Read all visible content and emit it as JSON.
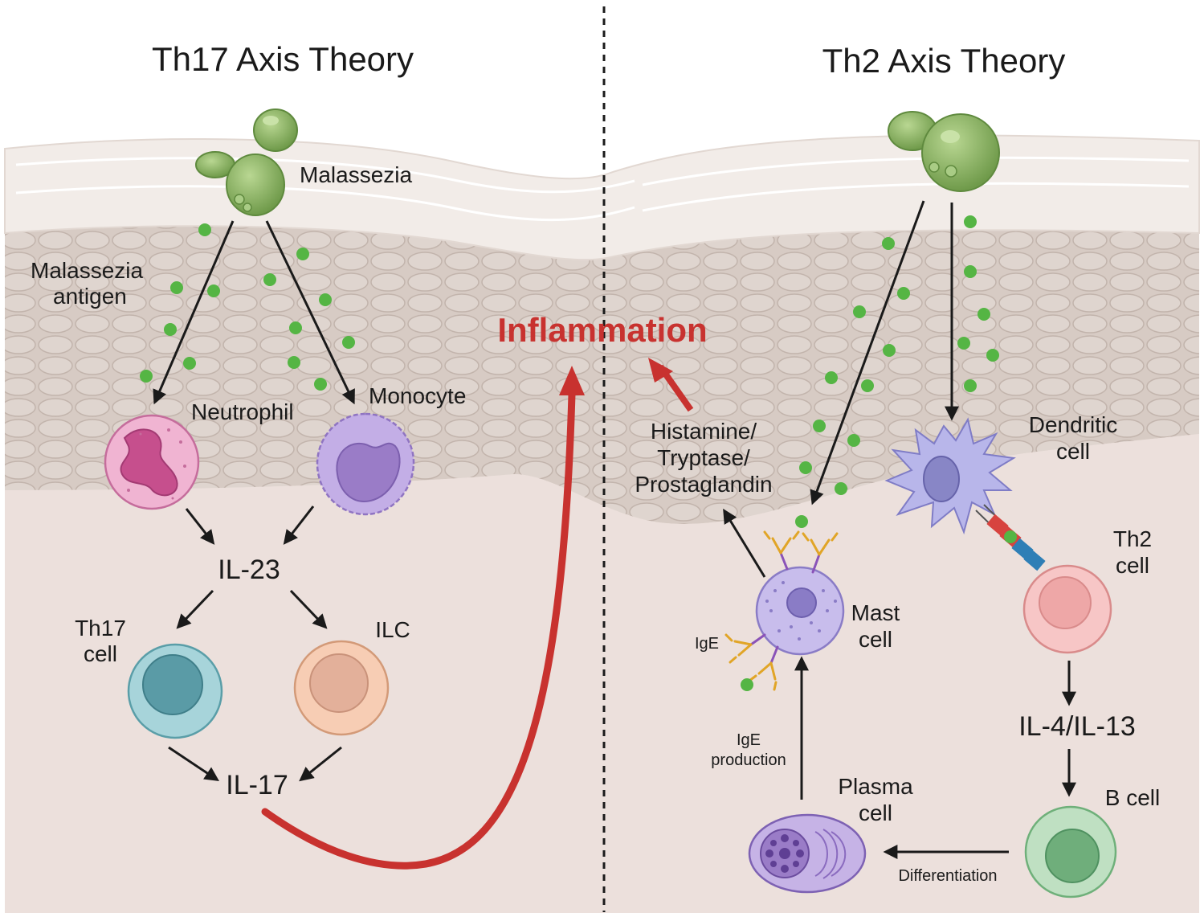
{
  "left_panel": {
    "title": "Th17 Axis Theory",
    "malassezia": "Malassezia",
    "antigen_line1": "Malassezia",
    "antigen_line2": "antigen",
    "neutrophil": "Neutrophil",
    "monocyte": "Monocyte",
    "il23": "IL-23",
    "th17_line1": "Th17",
    "th17_line2": "cell",
    "ilc": "ILC",
    "il17": "IL-17"
  },
  "center": {
    "inflammation": "Inflammation"
  },
  "right_panel": {
    "title": "Th2 Axis Theory",
    "mediators_line1": "Histamine/",
    "mediators_line2": "Tryptase/",
    "mediators_line3": "Prostaglandin",
    "dendritic_line1": "Dendritic",
    "dendritic_line2": "cell",
    "th2_line1": "Th2",
    "th2_line2": "cell",
    "mast_line1": "Mast",
    "mast_line2": "cell",
    "ige": "IgE",
    "ige_prod_line1": "IgE",
    "ige_prod_line2": "production",
    "il4_il13": "IL-4/IL-13",
    "b_cell": "B cell",
    "plasma_line1": "Plasma",
    "plasma_line2": "cell",
    "differentiation": "Differentiation"
  },
  "colors": {
    "skin_background": "#ece0dc",
    "epidermis": "#d9cdc6",
    "stratum_corneum": "#f1ebe7",
    "malassezia": "#8fb86a",
    "antigen_dot": "#55b544",
    "neutrophil": "#f0b4d2",
    "monocyte": "#c3aee6",
    "th17_cell": "#a7d4da",
    "ilc": "#f7cdb4",
    "dendritic_cell": "#b8b6ea",
    "th2_cell": "#f7c6c6",
    "mast_cell": "#c8bdec",
    "b_cell": "#bfe0c2",
    "plasma_cell": "#c6b3e6",
    "inflammation_arrow": "#c8322f"
  },
  "icons": [
    "malassezia-yeast-icon",
    "neutrophil-icon",
    "monocyte-icon",
    "t-cell-icon",
    "ilc-icon",
    "dendritic-cell-icon",
    "mast-cell-icon",
    "b-cell-icon",
    "plasma-cell-icon",
    "ige-antibody-icon",
    "receptor-complex-icon"
  ]
}
